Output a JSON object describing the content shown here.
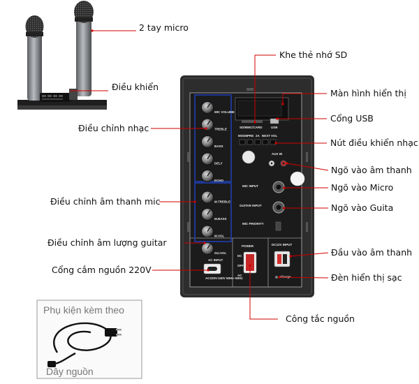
{
  "labels": {
    "micro": "2 tay micro",
    "remote": "Điều khiển",
    "music_adjust": "Điều chỉnh nhạc",
    "mic_adjust": "Điều chỉnh âm thanh mic",
    "guitar_volume": "Điều chỉnh âm lượng guitar",
    "power_socket": "Cổng cắm nguồn 220V",
    "sd_slot": "Khe thẻ nhớ SD",
    "display": "Màn hình hiển thị",
    "usb": "Cổng USB",
    "music_buttons": "Nút điều khiển nhạc",
    "audio_in": "Ngõ vào âm thanh",
    "mic_in": "Ngõ vào Micro",
    "guitar_in": "Ngõ vào Guita",
    "dc_in": "Đầu vào âm thanh",
    "charge_led": "Đèn hiển thị sạc",
    "power_switch": "Công tắc nguồn"
  },
  "accessories": {
    "title": "Phụ kiện kèm theo",
    "caption": "Dây nguồn"
  },
  "panel": {
    "knobs": [
      "MIC VOLUME",
      "TREBLE",
      "BASS",
      "DELY",
      "ECHO",
      "M.TREBLE",
      "M.BASS",
      "M.VOL",
      "GU.VOL"
    ],
    "sd_label": "SD/MMC/CARD",
    "usb_label": "USB",
    "button_labels": [
      "MODE",
      "PRE",
      "2A",
      "NEXT",
      "VOL"
    ],
    "aux_label": "AUX IN",
    "mic_input": "MIC INPUT",
    "guitar_input": "GUITAR INPUT",
    "mic_priority": "MIC PRIORITY",
    "power": "POWER",
    "dc": "DC",
    "off": "OFF",
    "ac": "AC",
    "dc_input": "DC12V INPUT",
    "charge": "Charge",
    "ac_input": "AC INPUT",
    "ac_spec": "AC220V-240V 50Hz~60Hz"
  },
  "colors": {
    "callout_line": "#d10000",
    "highlight_box": "#1f3fb0",
    "panel_face": "#1b1b1b",
    "cabinet": "#2d2d2d"
  }
}
